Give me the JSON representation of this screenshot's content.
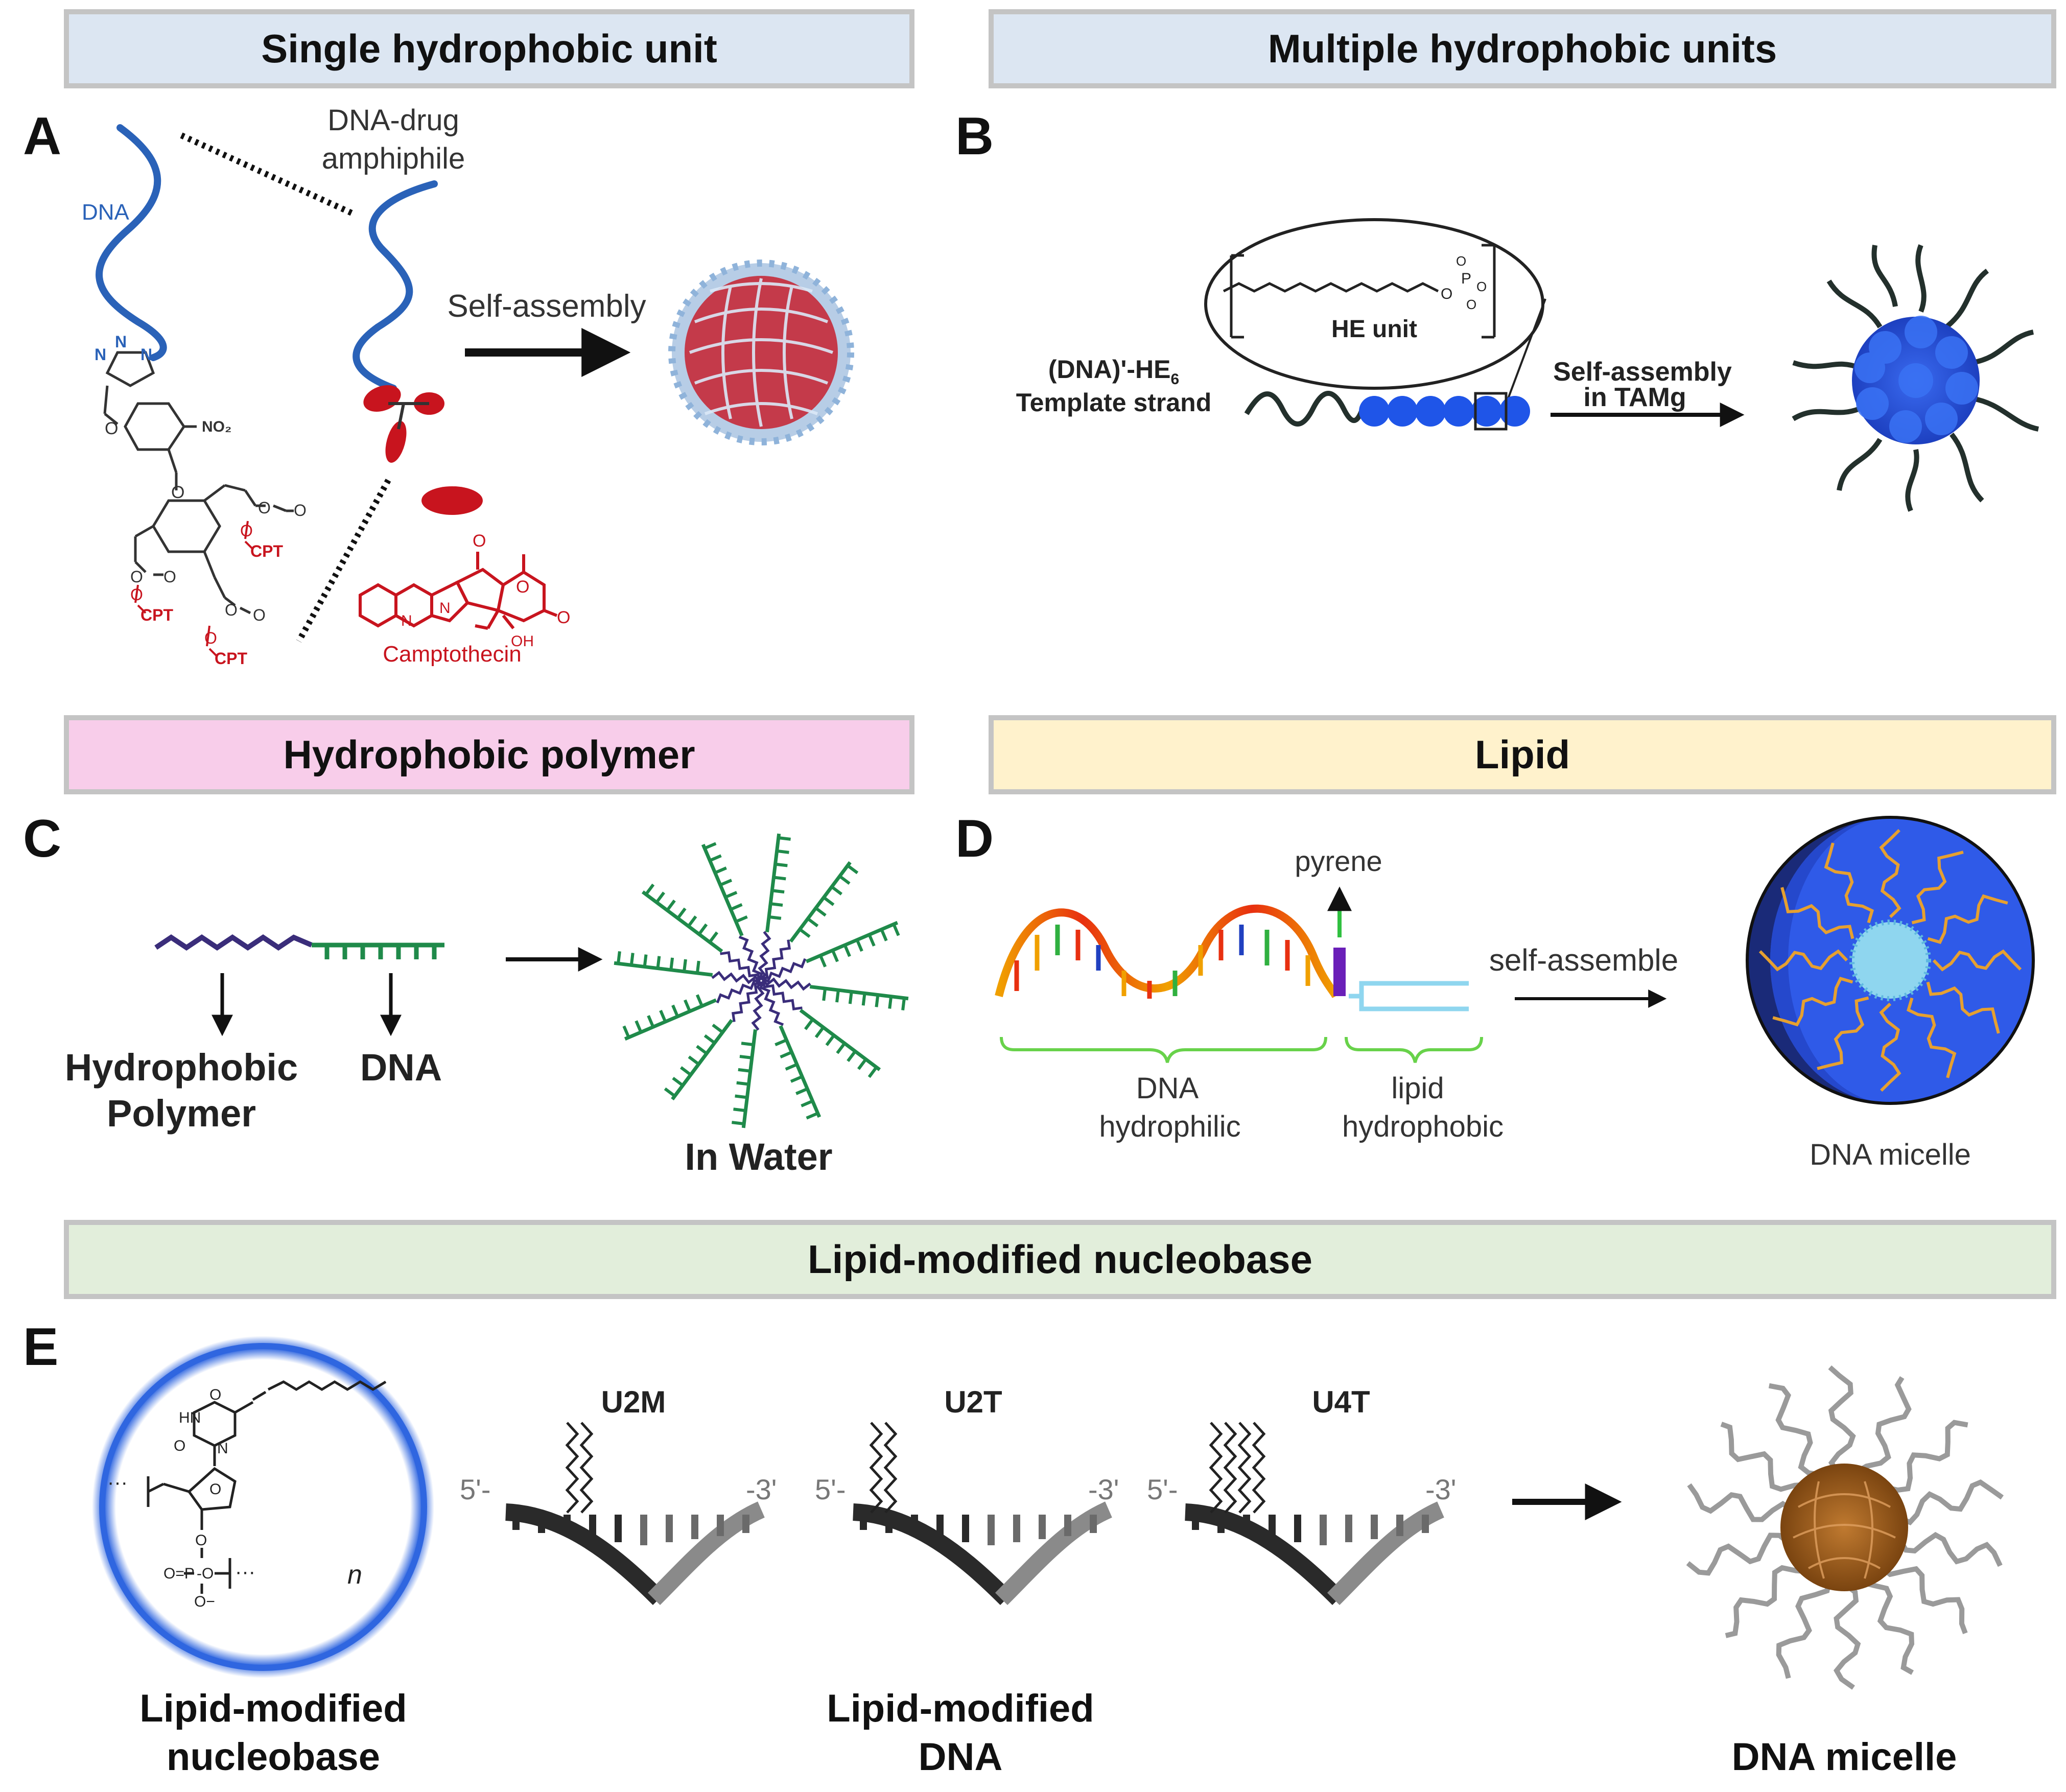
{
  "headers": {
    "single": "Single hydrophobic unit",
    "multiple": "Multiple hydrophobic units",
    "polymer": "Hydrophobic polymer",
    "lipid": "Lipid",
    "nucleobase": "Lipid-modified nucleobase"
  },
  "header_colors": {
    "single": "#dce6f2",
    "multiple": "#dce6f2",
    "polymer": "#f8cdea",
    "lipid": "#fff2cc",
    "nucleobase": "#e2eedb"
  },
  "panel_labels": {
    "a": "A",
    "b": "B",
    "c": "C",
    "d": "D",
    "e": "E"
  },
  "panel_a": {
    "dna_label": "DNA",
    "amphiphile_line1": "DNA-drug",
    "amphiphile_line2": "amphiphile",
    "arrow_label": "Self-assembly",
    "no2": "NO₂",
    "cpt": "CPT",
    "camptothecin": "Camptothecin",
    "oh": "OH"
  },
  "panel_b": {
    "template_line1": "(DNA)'-HE",
    "template_sub": "6",
    "template_line2": "Template strand",
    "he_unit": "HE unit",
    "arrow_line1": "Self-assembly",
    "arrow_line2": "in TAMg"
  },
  "panel_c": {
    "polymer_line1": "Hydrophobic",
    "polymer_line2": "Polymer",
    "dna": "DNA",
    "in_water": "In Water"
  },
  "panel_d": {
    "pyrene": "pyrene",
    "arrow_label": "self-assemble",
    "dna_line1": "DNA",
    "dna_line2": "hydrophilic",
    "lipid_line1": "lipid",
    "lipid_line2": "hydrophobic",
    "micelle": "DNA micelle"
  },
  "panel_e": {
    "u2m": "U2M",
    "u2t": "U2T",
    "u4t": "U4T",
    "five_prime": "5'-",
    "three_prime": "-3'",
    "n": "n",
    "nucleobase_line1": "Lipid-modified",
    "nucleobase_line2": "nucleobase",
    "dna_line1": "Lipid-modified",
    "dna_line2": "DNA",
    "micelle": "DNA micelle"
  },
  "colors": {
    "dna_blue": "#2a62b8",
    "drug_red": "#c8141e",
    "micelle_blue": "#1f55e8",
    "polymer_purple": "#3a2d7a",
    "dna_green": "#1f8a4a",
    "strand_dark": "#23302c"
  }
}
